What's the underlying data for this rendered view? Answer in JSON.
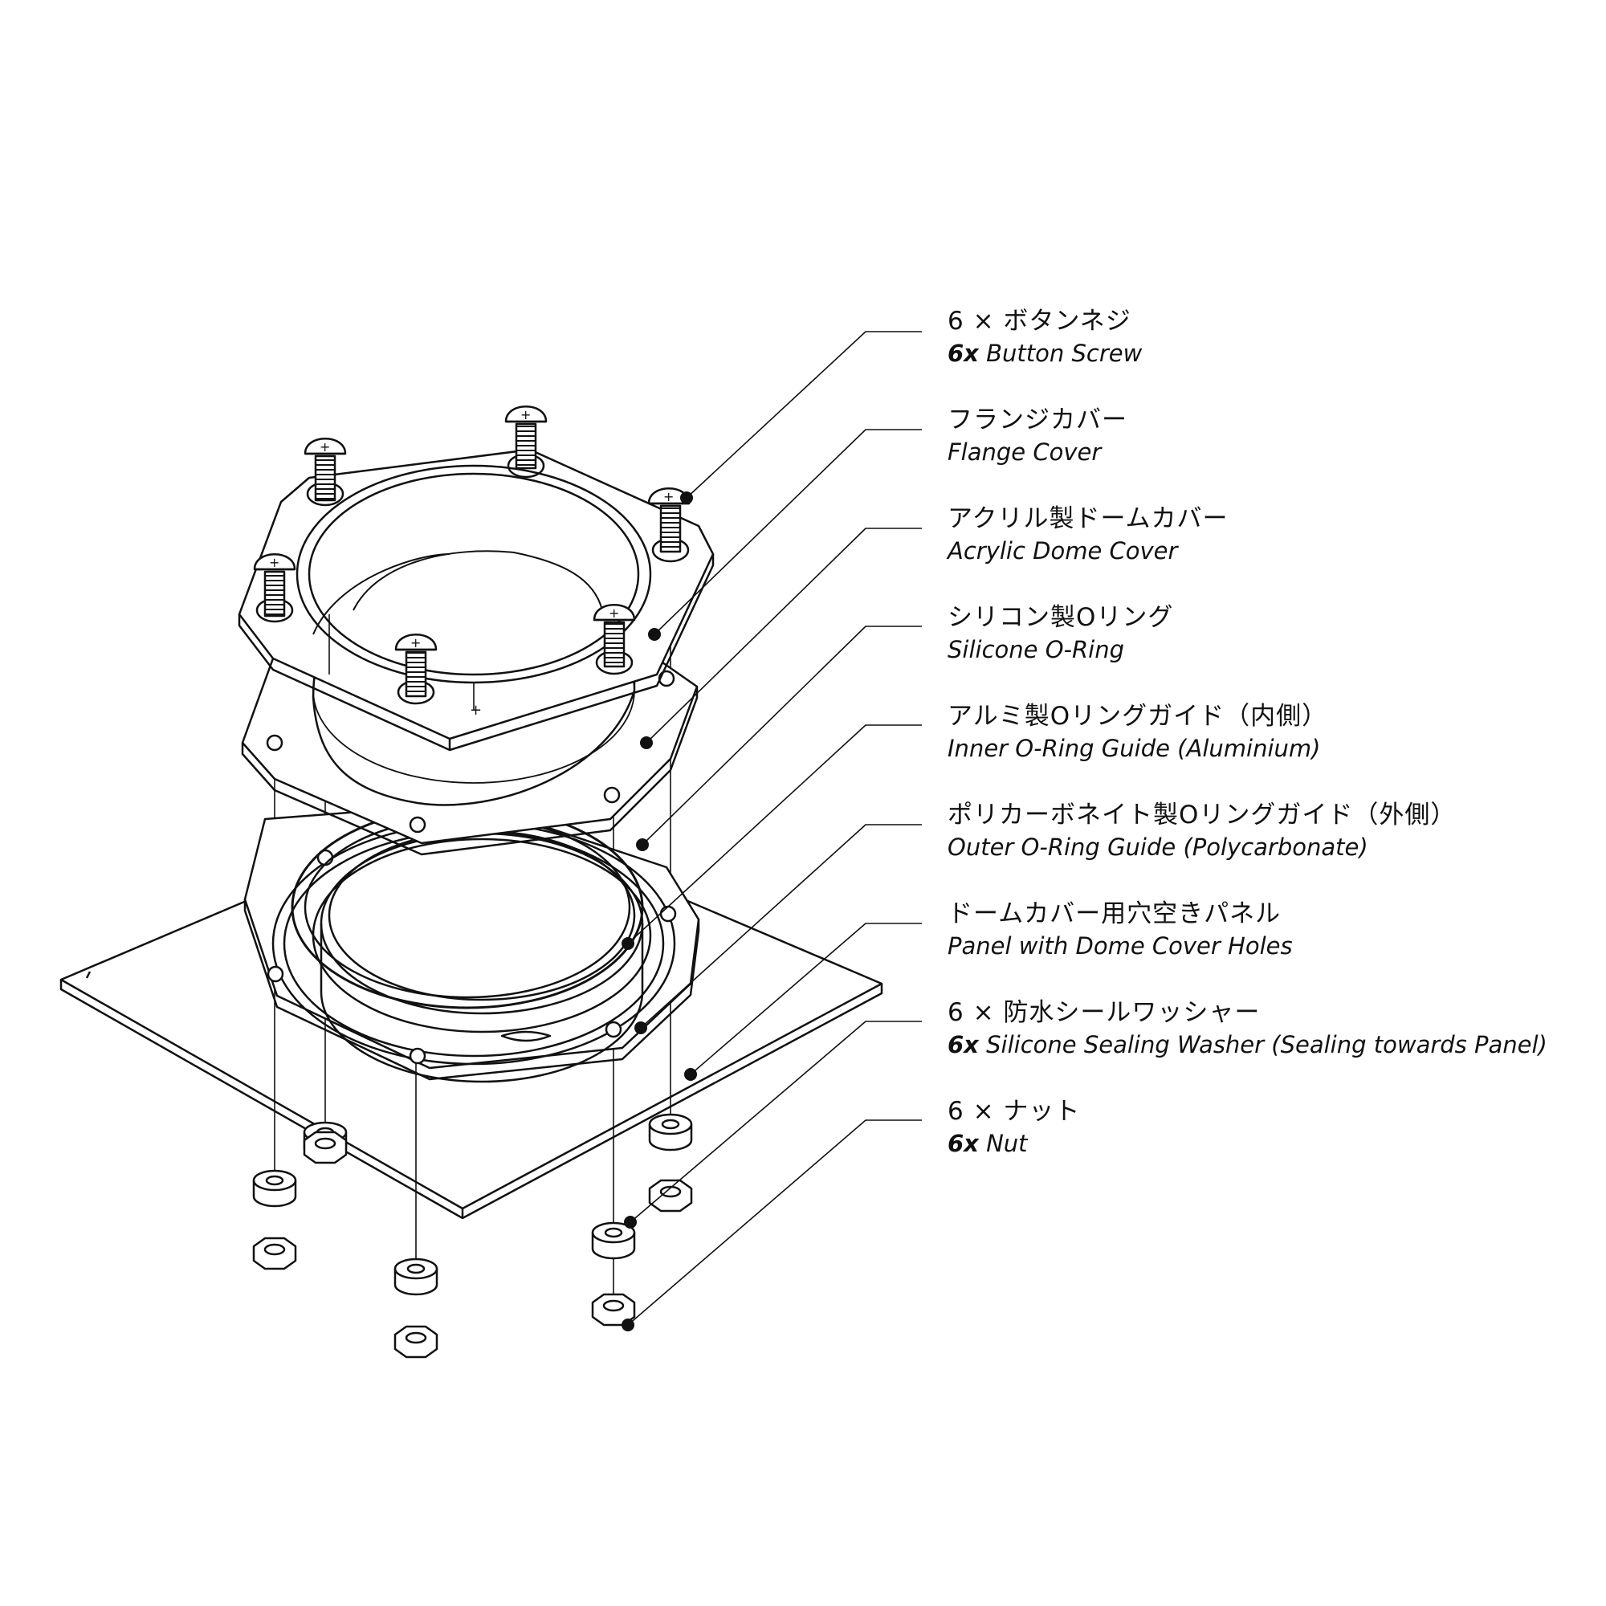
{
  "labels": [
    {
      "ja": "6 × ボタンネジ",
      "en_prefix": "6x",
      "en": "Button Screw"
    },
    {
      "ja": "フランジカバー",
      "en_prefix": "",
      "en": "Flange Cover"
    },
    {
      "ja": "アクリル製ドームカバー",
      "en_prefix": "",
      "en": "Acrylic Dome Cover"
    },
    {
      "ja": "シリコン製Oリング",
      "en_prefix": "",
      "en": "Silicone O-Ring"
    },
    {
      "ja": "アルミ製Oリングガイド（内側）",
      "en_prefix": "",
      "en": "Inner O-Ring Guide (Aluminium)"
    },
    {
      "ja": "ポリカーボネイト製Oリングガイド（外側）",
      "en_prefix": "",
      "en": "Outer O-Ring Guide (Polycarbonate)"
    },
    {
      "ja": "ドームカバー用穴空きパネル",
      "en_prefix": "",
      "en": "Panel with Dome Cover Holes"
    },
    {
      "ja": "6 × 防水シールワッシャー",
      "en_prefix": "6x",
      "en": "Silicone Sealing Washer (Sealing towards Panel)"
    },
    {
      "ja": "6 × ナット",
      "en_prefix": "6x",
      "en": "Nut"
    }
  ],
  "colors": {
    "line": "#111111",
    "background": "#ffffff"
  }
}
